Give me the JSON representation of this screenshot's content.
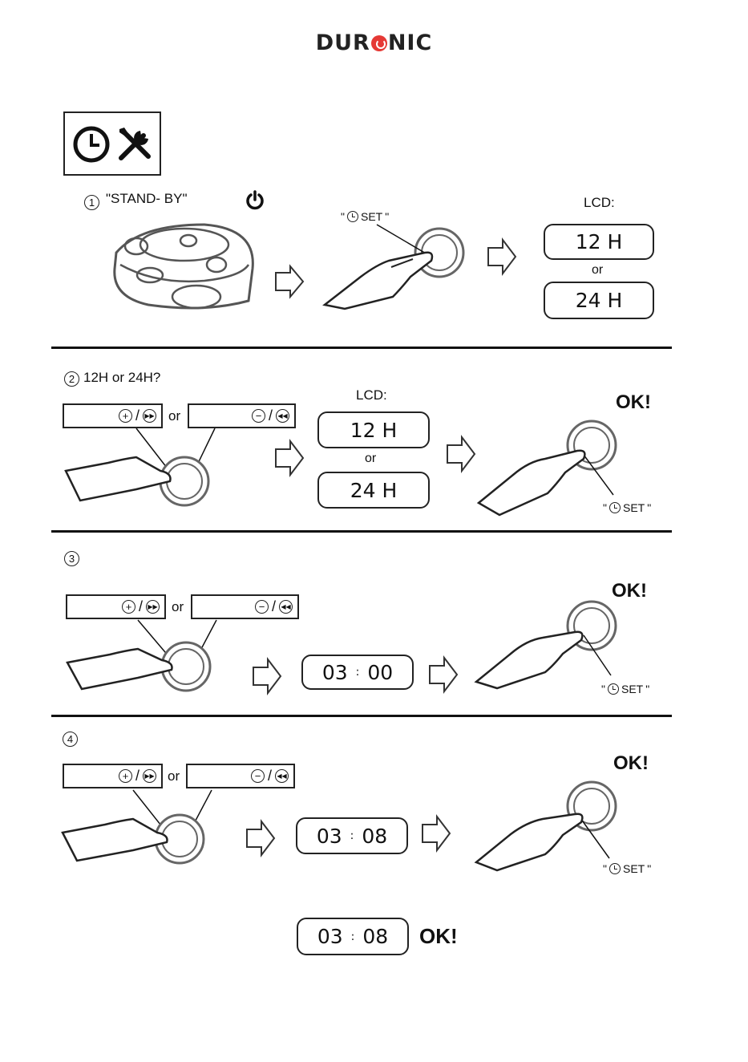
{
  "header": {
    "logo_text_left": "DUR",
    "logo_text_right": "NIC",
    "brand_color": "#e53935"
  },
  "icons": {
    "clock": "clock-icon",
    "tools": "tools-icon",
    "power": "power-icon"
  },
  "step1": {
    "number": "1",
    "label": "\"STAND- BY\"",
    "set_label": "SET",
    "lcd_caption": "LCD:",
    "lcd_12": "12 H",
    "or": "or",
    "lcd_24": "24 H"
  },
  "step2": {
    "number": "2",
    "label": "12H or  24H?",
    "or": "or",
    "lcd_caption": "LCD:",
    "lcd_12": "12 H",
    "lcd_or": "or",
    "lcd_24": "24 H",
    "ok": "OK!",
    "set_label": "SET"
  },
  "step3": {
    "number": "3",
    "or": "or",
    "lcd_hours": "03",
    "lcd_minutes": "00",
    "ok": "OK!",
    "set_label": "SET"
  },
  "step4": {
    "number": "4",
    "or": "or",
    "lcd_hours": "03",
    "lcd_minutes": "08",
    "ok": "OK!",
    "set_label": "SET"
  },
  "final": {
    "lcd_hours": "03",
    "lcd_minutes": "08",
    "ok": "OK!"
  }
}
